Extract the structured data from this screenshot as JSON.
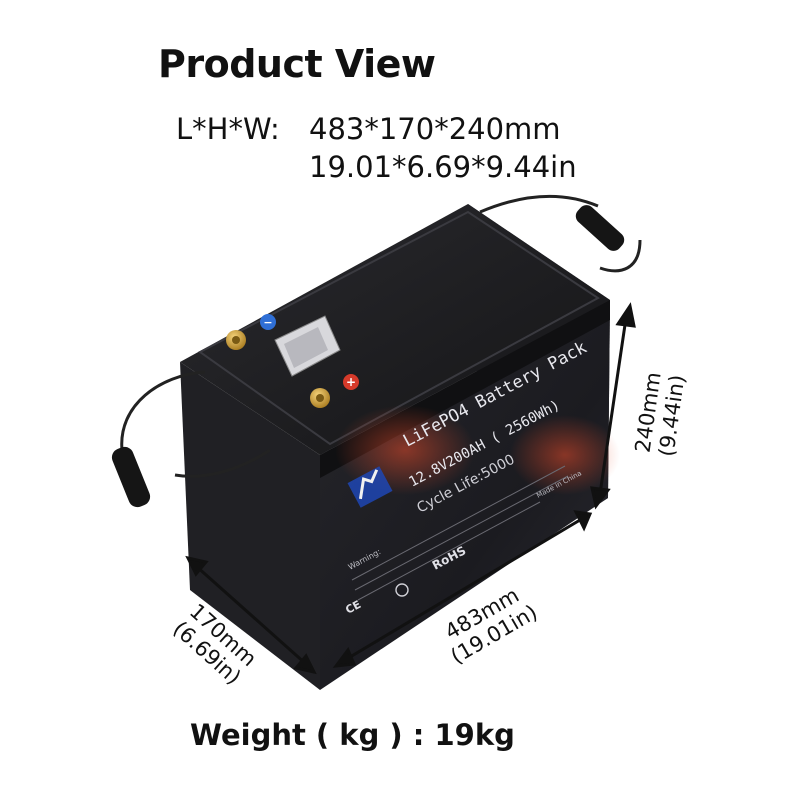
{
  "title": "Product View",
  "dimensions": {
    "label": "L*H*W:",
    "mm": "483*170*240mm",
    "inches": "19.01*6.69*9.44in"
  },
  "battery": {
    "chemistry_label": "LiFePO4  Battery Pack",
    "spec_label": "12.8V200AH ( 2560Wh)",
    "cycle_label": "Cycle Life:5000",
    "warning_text": "Warning:",
    "rohs_label": "RoHS",
    "ce_label": "CE",
    "made_in": "Made in China",
    "positive_symbol": "+",
    "negative_symbol": "−",
    "body_color": "#1c1c20",
    "terminal_color": "#d9a53a"
  },
  "callouts": {
    "height_mm": "240mm",
    "height_in": "(9.44in)",
    "length_mm": "483mm",
    "length_in": "(19.01in)",
    "width_mm": "170mm",
    "width_in": "(6.69in)"
  },
  "weight": "Weight ( kg ) : 19kg"
}
